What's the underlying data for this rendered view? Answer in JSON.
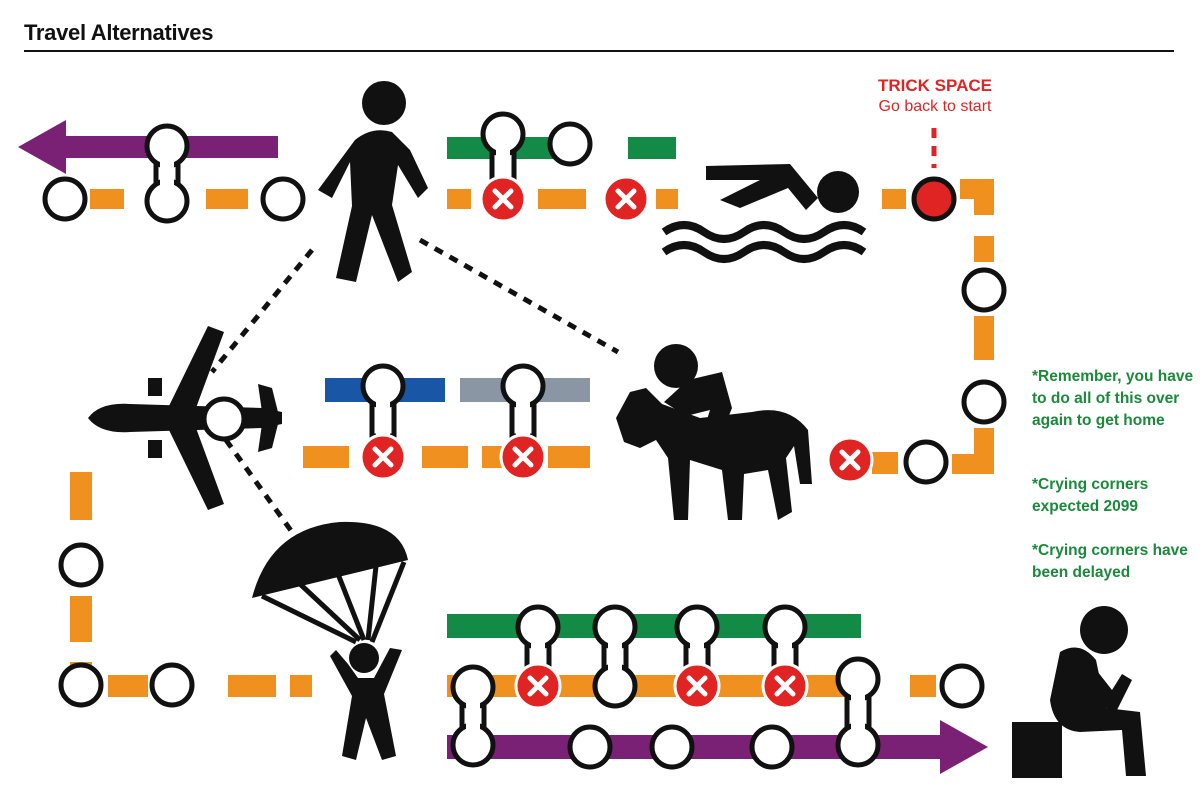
{
  "title": "Travel Alternatives",
  "trick_space": {
    "title": "TRICK SPACE",
    "subtitle": "Go back to start"
  },
  "notes": [
    "*Remember, you have to do all of this over again to get home",
    "*Crying corners expected 2099",
    "*Crying corners have been delayed"
  ],
  "colors": {
    "orange": "#f0901e",
    "green": "#138a45",
    "purple": "#7b2175",
    "blue": "#1a56a6",
    "gray": "#8a96a3",
    "red": "#e02424",
    "black": "#111111",
    "note_green": "#1a8a3a"
  },
  "icons": {
    "walker": "person-walking-icon",
    "swimmer": "person-swimming-icon",
    "plane": "airplane-icon",
    "horse_rider": "person-riding-horse-icon",
    "parachute": "parachutist-icon",
    "thinker": "person-sitting-sad-icon",
    "closed_station": "x-closed-icon"
  }
}
